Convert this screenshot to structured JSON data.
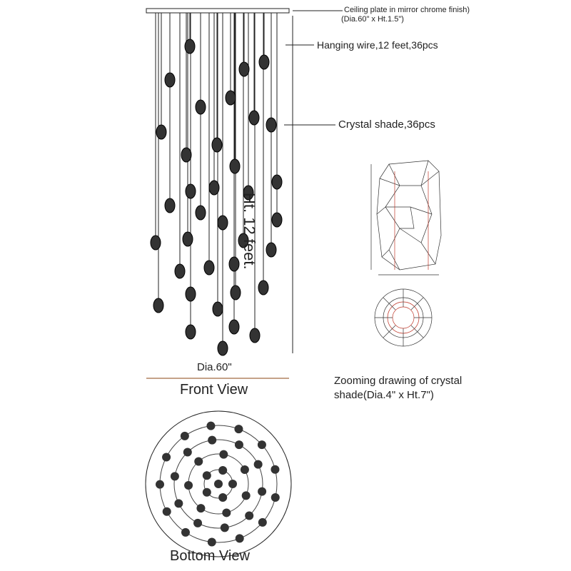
{
  "labels": {
    "ceiling_plate": "Ceiling plate in mirror chrome finish)",
    "ceiling_plate_dims": "(Dia.60\" x Ht.1.5\")",
    "hanging_wire": "Hanging wire,12 feet,36pcs",
    "crystal_shade": "Crystal shade,36pcs",
    "height": "Ht. 12 feet.",
    "diameter": "Dia.60\"",
    "front_view": "Front View",
    "bottom_view": "Bottom View",
    "zoom_caption_1": "Zooming drawing of crystal",
    "zoom_caption_2": "shade(Dia.4\" x Ht.7\")"
  },
  "colors": {
    "line": "#222222",
    "accent": "#c0392b"
  }
}
